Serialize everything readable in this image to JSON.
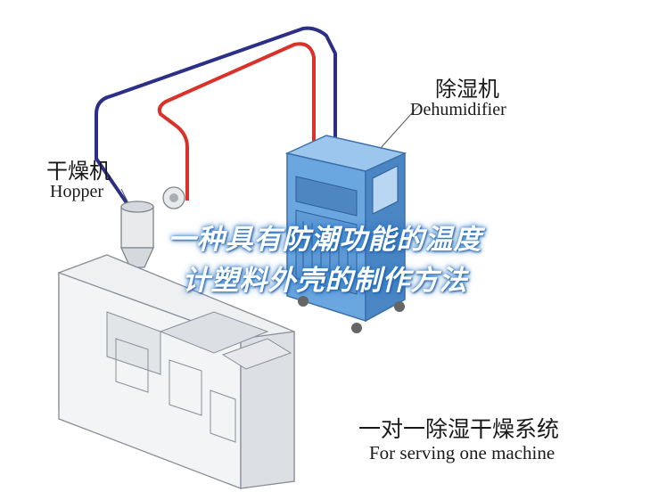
{
  "labels": {
    "dehumidifier_cn": "除湿机",
    "dehumidifier_en": "Dehumidifier",
    "hopper_cn": "干燥机",
    "hopper_en": "Hopper",
    "system_cn": "一对一除湿干燥系统",
    "system_en": "For serving one machine"
  },
  "overlay": {
    "line1": "一种具有防潮功能的温度",
    "line2": "计塑料外壳的制作方法"
  },
  "colors": {
    "pipe_blue": "#2b2f86",
    "pipe_red": "#d9322b",
    "unit_blue": "#5b9ad8",
    "machine_fill": "#eef0f2",
    "machine_stroke": "#8a8f96",
    "overlay_glow": "#2878c8"
  }
}
